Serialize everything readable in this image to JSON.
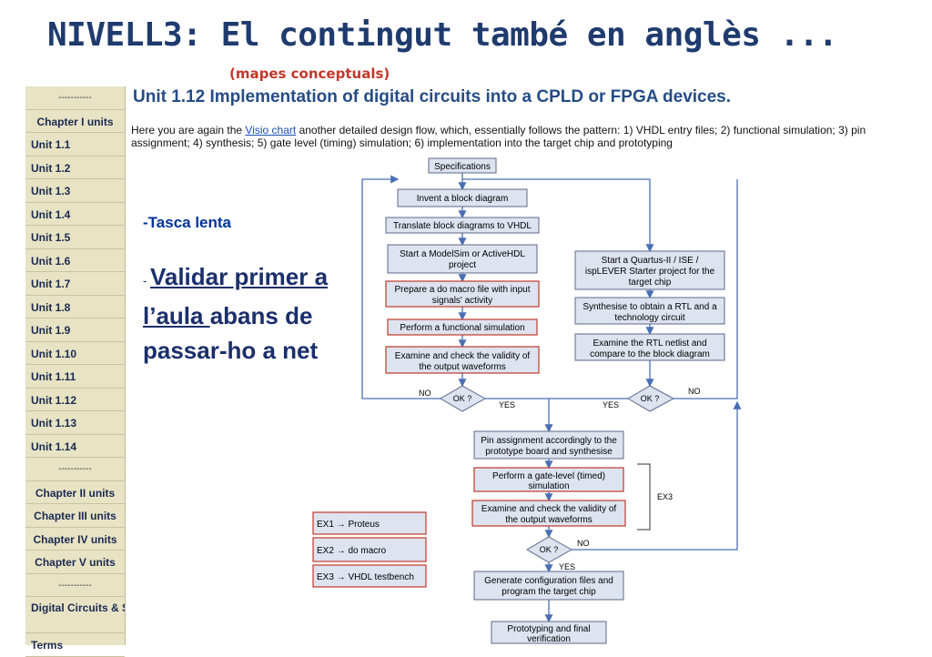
{
  "title": "NIVELL3: El contingut també en anglès ...",
  "subtitle": "(mapes conceptuals)",
  "sidebar": {
    "items": [
      {
        "label": "-----------",
        "kind": "sep"
      },
      {
        "label": "Chapter I units",
        "kind": "center"
      },
      {
        "label": "Unit 1.1"
      },
      {
        "label": "Unit 1.2"
      },
      {
        "label": "Unit 1.3"
      },
      {
        "label": "Unit 1.4"
      },
      {
        "label": "Unit 1.5"
      },
      {
        "label": "Unit 1.6"
      },
      {
        "label": "Unit 1.7"
      },
      {
        "label": "Unit 1.8"
      },
      {
        "label": "Unit 1.9"
      },
      {
        "label": "Unit 1.10"
      },
      {
        "label": "Unit 1.11"
      },
      {
        "label": "Unit 1.12"
      },
      {
        "label": "Unit 1.13"
      },
      {
        "label": "Unit 1.14"
      },
      {
        "label": "-----------",
        "kind": "sep"
      },
      {
        "label": "Chapter II units",
        "kind": "center"
      },
      {
        "label": "Chapter III units",
        "kind": "center"
      },
      {
        "label": "Chapter IV units",
        "kind": "center"
      },
      {
        "label": "Chapter V units",
        "kind": "center"
      },
      {
        "label": "-----------",
        "kind": "sep"
      },
      {
        "label": "Digital Circuits & Systems",
        "kind": "double"
      },
      {
        "label": "Terms"
      }
    ]
  },
  "main": {
    "heading": "Unit 1.12  Implementation of digital circuits into a CPLD or FPGA devices.",
    "intro_before": "Here you are again the ",
    "intro_link": "Visio chart",
    "intro_after": " another detailed design flow, which, essentially follows the pattern: 1) VHDL entry files;  2) functional simulation; 3) pin assignment; 4) synthesis; 5) gate level (timing) simulation; 6) implementation into the target chip and prototyping",
    "tasca": "-Tasca lenta",
    "note_dash": "- ",
    "note_underlined": "Validar primer a l’aula ",
    "note_rest": "abans de passar-ho a net"
  },
  "flow": {
    "specifications": "Specifications",
    "invent": "Invent a block diagram",
    "translate": "Translate block diagrams to VHDL",
    "start_modelsim": [
      "Start a ModelSim or ActiveHDL",
      "project"
    ],
    "prepare": [
      "Prepare a do macro file with input",
      "signals' activity"
    ],
    "perform": "Perform a functional simulation",
    "examine1": [
      "Examine and check the validity of",
      "the output waveforms"
    ],
    "start_quartus": [
      "Start a Quartus-II / ISE /",
      "ispLEVER Starter project for the",
      "target chip"
    ],
    "synthesise": [
      "Synthesise to obtain a RTL and a",
      "technology circuit"
    ],
    "examine_rtl": [
      "Examine the RTL netlist and",
      "compare to the block diagram"
    ],
    "ok": "OK ?",
    "no": "NO",
    "yes": "YES",
    "pin": [
      "Pin assignment accordingly to the",
      "prototype board and synthesise"
    ],
    "gate": [
      "Perform a gate-level (timed)",
      "simulation"
    ],
    "examine2": [
      "Examine and check the validity of",
      "the output waveforms"
    ],
    "ex3_label": "EX3",
    "generate": [
      "Generate configuration files and",
      "program the target chip"
    ],
    "prototyping": [
      "Prototyping and final",
      "verification"
    ],
    "ex1": "EX1 → Proteus",
    "ex2": "EX2 → do macro",
    "ex3": "EX3 → VHDL testbench"
  }
}
